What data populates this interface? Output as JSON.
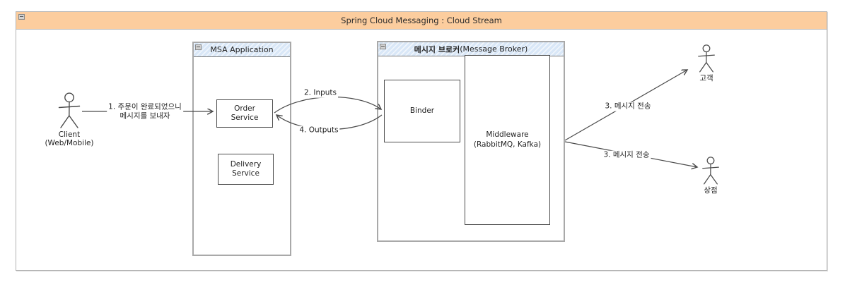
{
  "diagram": {
    "title": "Spring Cloud Messaging : Cloud Stream",
    "frames": {
      "msa": {
        "title": "MSA Application"
      },
      "broker": {
        "title_ko": "메시지 브로커",
        "title_en": "(Message Broker)"
      }
    },
    "nodes": {
      "order": {
        "line1": "Order",
        "line2": "Service"
      },
      "delivery": {
        "line1": "Delivery",
        "line2": "Service"
      },
      "binder": {
        "label": "Binder"
      },
      "middleware": {
        "line1": "Middleware",
        "line2": "(RabbitMQ, Kafka)"
      }
    },
    "actors": {
      "client": {
        "name": "Client",
        "sub": "(Web/Mobile)"
      },
      "customer": {
        "name": "고객"
      },
      "store": {
        "name": "상점"
      }
    },
    "edges": {
      "order_request": {
        "line1": "1. 주문이 완료되었으니",
        "line2": "메시지를 보내자"
      },
      "inputs": {
        "label": "2. Inputs"
      },
      "outputs": {
        "label": "4. Outputs"
      },
      "send_customer": {
        "label": "3. 메시지 전송"
      },
      "send_store": {
        "label": "3. 메시지 전송"
      }
    },
    "colors": {
      "title_bar_bg": "#fccd9e",
      "frame_header_bg": "#d9e7f7",
      "frame_border": "#a9a9a9",
      "node_border": "#4c4c4c",
      "stroke": "#4a4a4a"
    }
  }
}
